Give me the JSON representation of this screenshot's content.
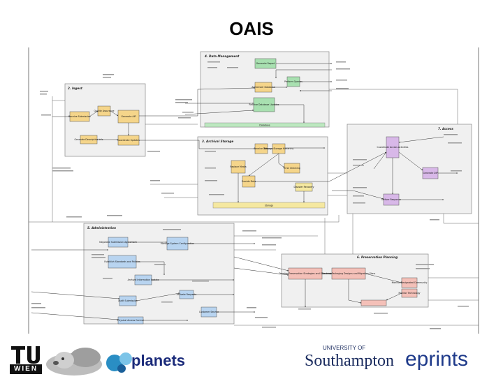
{
  "title": "OAIS",
  "functions": [
    {
      "id": "data-management",
      "title": "4. Data Management"
    },
    {
      "id": "ingest",
      "title": "2. Ingest"
    },
    {
      "id": "access",
      "title": "7. Access"
    },
    {
      "id": "archival-storage",
      "title": "3. Archival Storage"
    },
    {
      "id": "administration",
      "title": "5. Administration"
    },
    {
      "id": "preservation-planning",
      "title": "6. Preservation Planning"
    }
  ],
  "boxes": [
    {
      "id": "generate-report",
      "label": "Generate Report"
    },
    {
      "id": "administer-database",
      "label": "Administer Database"
    },
    {
      "id": "perform-queries",
      "label": "Perform Queries"
    },
    {
      "id": "receive-database-updates",
      "label": "Receive Database Updates"
    },
    {
      "id": "database",
      "label": "Database"
    },
    {
      "id": "quality-assurance",
      "label": "Quality Assurance"
    },
    {
      "id": "generate-aip",
      "label": "Generate AIP"
    },
    {
      "id": "receive-submission",
      "label": "Receive Submission"
    },
    {
      "id": "generate-descriptive-info",
      "label": "Generate Descriptive Info"
    },
    {
      "id": "coordinate-updates",
      "label": "Coordinate Updates"
    },
    {
      "id": "coordinate-access-activities",
      "label": "Coordinate Access Activities"
    },
    {
      "id": "generate-dip",
      "label": "Generate DIP"
    },
    {
      "id": "deliver-response",
      "label": "Deliver Response"
    },
    {
      "id": "receive-data",
      "label": "Receive Data"
    },
    {
      "id": "manage-storage-hierarchy",
      "label": "Manage Storage Hierarchy"
    },
    {
      "id": "error-checking",
      "label": "Error Checking"
    },
    {
      "id": "replace-media",
      "label": "Replace Media"
    },
    {
      "id": "provide-data",
      "label": "Provide Data"
    },
    {
      "id": "disaster-recovery",
      "label": "Disaster Recovery"
    },
    {
      "id": "storage",
      "label": "Storage"
    },
    {
      "id": "negotiate-submission-agreement",
      "label": "Negotiate Submission Agreement"
    },
    {
      "id": "manage-system-configuration",
      "label": "Manage System Configuration"
    },
    {
      "id": "establish-standards-policies",
      "label": "Establish Standards and Policies"
    },
    {
      "id": "archival-information-update",
      "label": "Archival Information Update"
    },
    {
      "id": "activate-requests",
      "label": "Activate Requests"
    },
    {
      "id": "audit-submission",
      "label": "Audit Submission"
    },
    {
      "id": "customer-service",
      "label": "Customer Service"
    },
    {
      "id": "physical-access-control",
      "label": "Physical Access Control"
    },
    {
      "id": "monitor-designated-community",
      "label": "Monitor Designated Community"
    },
    {
      "id": "monitor-technology",
      "label": "Monitor Technology"
    },
    {
      "id": "develop-preservation-strategies",
      "label": "Develop Preservation Strategies and Standards"
    },
    {
      "id": "develop-packaging-designs",
      "label": "Develop Packaging Designs and Migration Plans"
    }
  ],
  "logos": {
    "tu_wien": "WIEN",
    "planets": "planets",
    "southampton_small": "UNIVERSITY OF",
    "southampton": "Southampton",
    "eprints": "eprints"
  }
}
